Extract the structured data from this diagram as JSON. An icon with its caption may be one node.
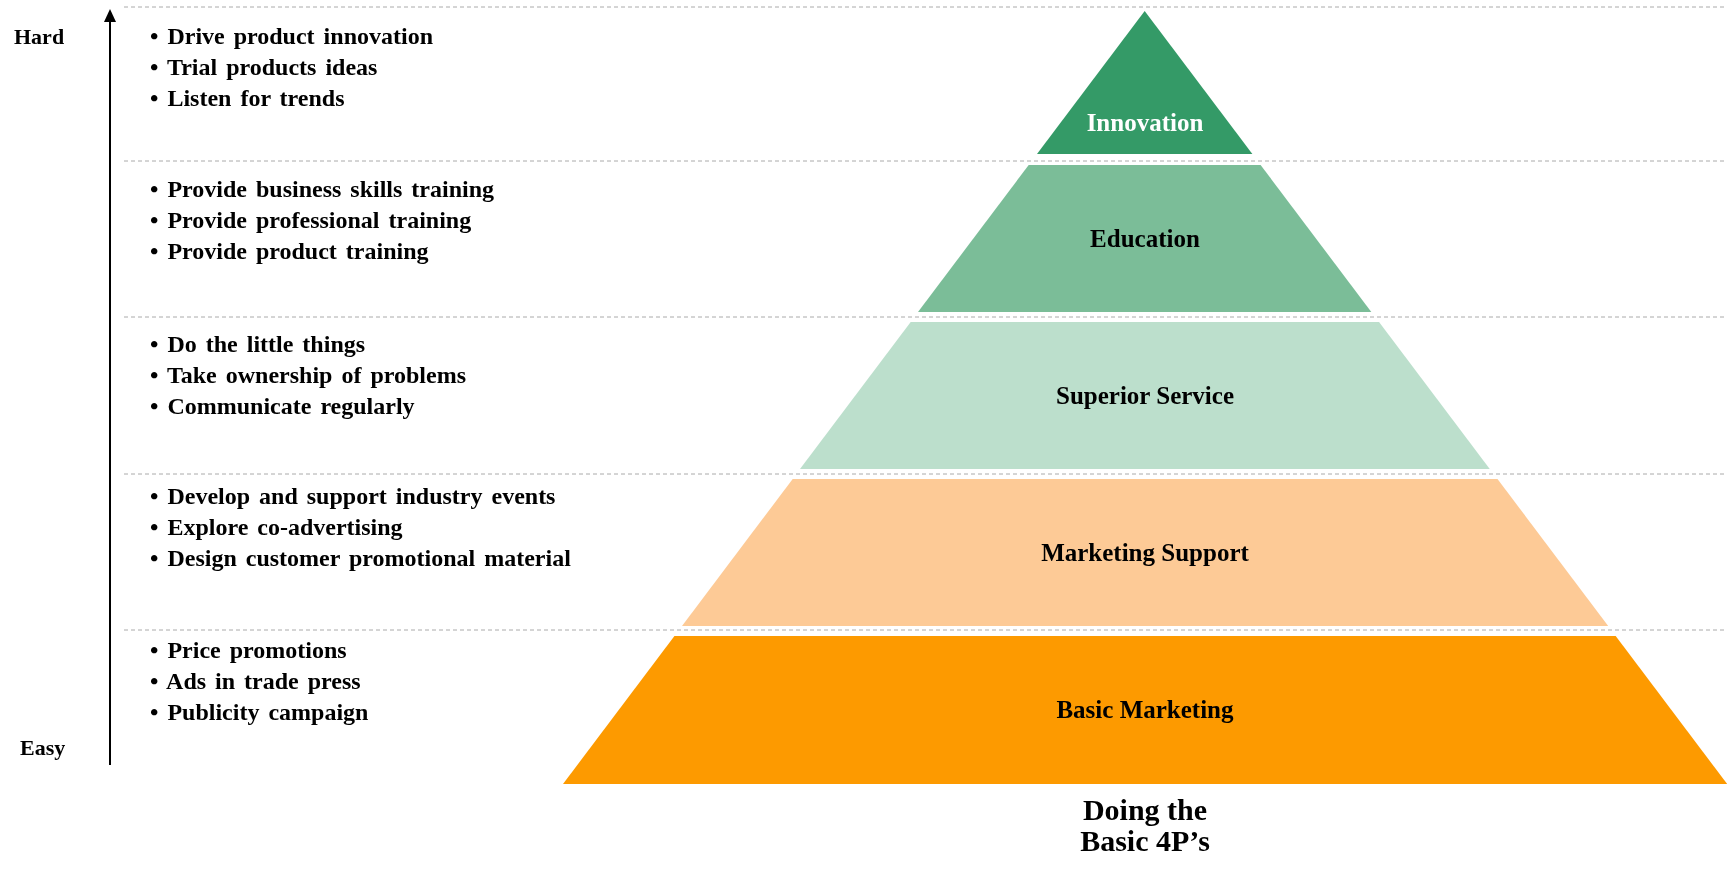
{
  "diagram": {
    "caption": "Doing the Basic 4P’s",
    "nodes": [
      {
        "text": [
          "Innovation"
        ]
      },
      {
        "text": [
          "Education"
        ]
      },
      {
        "text": [
          "Superior Service"
        ]
      },
      {
        "text": [
          "Marketing Support"
        ]
      },
      {
        "text": [
          "Basic Marketing"
        ]
      }
    ],
    "labels": [
      "Hard",
      "• Drive product innovation",
      "• Trial products ideas",
      "• Listen for trends",
      "• Provide business skills training",
      "• Provide professional training",
      "• Provide product training",
      "• Do the little things",
      "• Take ownership of problems",
      "• Communicate regularly",
      "• Develop and support industry events",
      "• Explore co-advertising",
      "• Design customer promotional material",
      "• Price promotions",
      "• Ads in trade press",
      "• Publicity campaign",
      "Easy"
    ]
  }
}
